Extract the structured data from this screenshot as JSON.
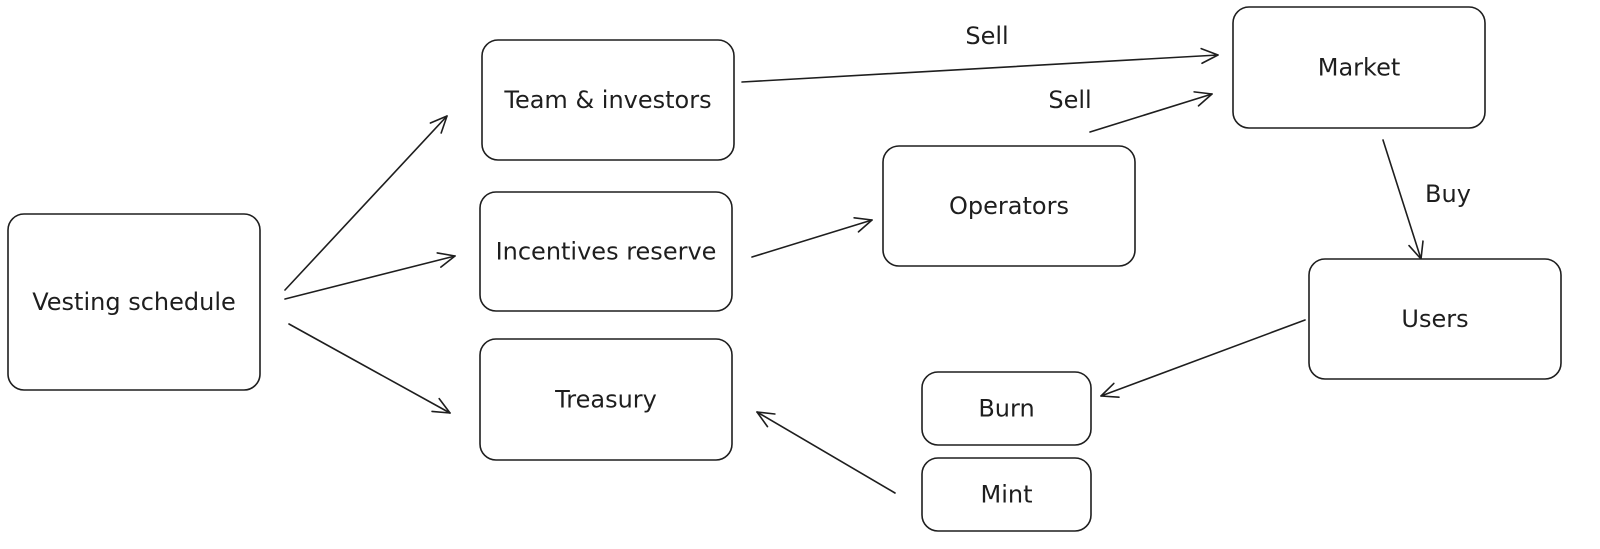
{
  "diagram": {
    "nodes": [
      {
        "id": "vesting",
        "label": "Vesting schedule"
      },
      {
        "id": "team",
        "label": "Team & investors"
      },
      {
        "id": "incentives",
        "label": "Incentives reserve"
      },
      {
        "id": "treasury",
        "label": "Treasury"
      },
      {
        "id": "operators",
        "label": "Operators"
      },
      {
        "id": "market",
        "label": "Market"
      },
      {
        "id": "users",
        "label": "Users"
      },
      {
        "id": "burn",
        "label": "Burn"
      },
      {
        "id": "mint",
        "label": "Mint"
      }
    ],
    "edges": [
      {
        "from": "vesting",
        "to": "team",
        "label": ""
      },
      {
        "from": "vesting",
        "to": "incentives",
        "label": ""
      },
      {
        "from": "vesting",
        "to": "treasury",
        "label": ""
      },
      {
        "from": "team",
        "to": "market",
        "label": "Sell"
      },
      {
        "from": "incentives",
        "to": "operators",
        "label": ""
      },
      {
        "from": "operators",
        "to": "market",
        "label": "Sell"
      },
      {
        "from": "market",
        "to": "users",
        "label": "Buy"
      },
      {
        "from": "users",
        "to": "burn",
        "label": ""
      },
      {
        "from": "mint",
        "to": "treasury",
        "label": ""
      }
    ]
  }
}
